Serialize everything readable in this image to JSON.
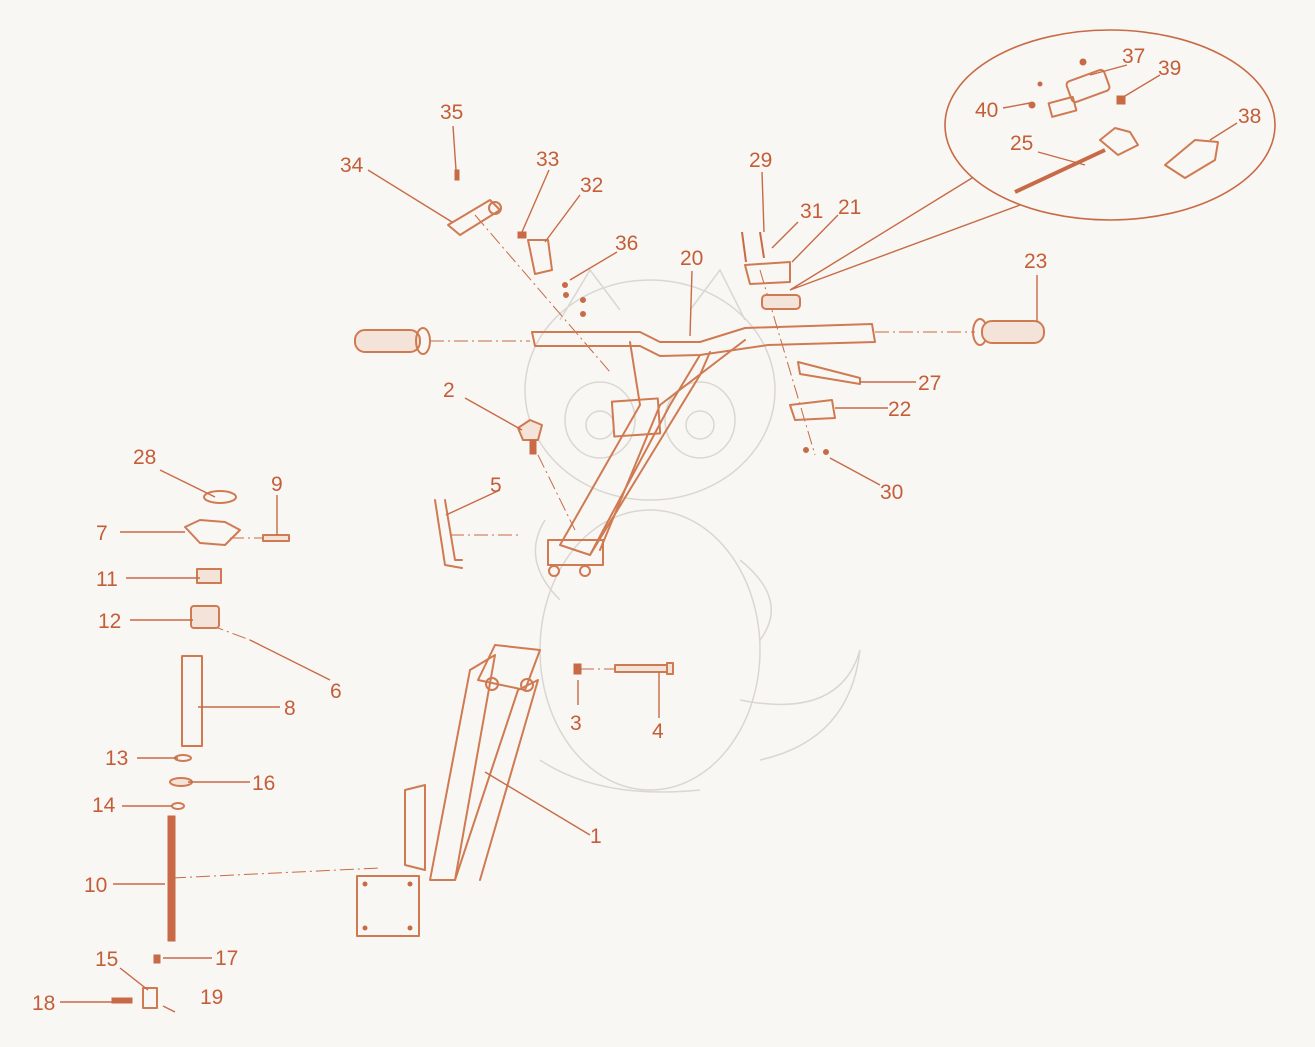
{
  "diagram": {
    "callouts": [
      {
        "id": "1",
        "text": "1"
      },
      {
        "id": "2",
        "text": "2"
      },
      {
        "id": "3",
        "text": "3"
      },
      {
        "id": "4",
        "text": "4"
      },
      {
        "id": "5",
        "text": "5"
      },
      {
        "id": "6",
        "text": "6"
      },
      {
        "id": "7",
        "text": "7"
      },
      {
        "id": "8",
        "text": "8"
      },
      {
        "id": "9",
        "text": "9"
      },
      {
        "id": "10",
        "text": "10"
      },
      {
        "id": "11",
        "text": "11"
      },
      {
        "id": "12",
        "text": "12"
      },
      {
        "id": "13",
        "text": "13"
      },
      {
        "id": "14",
        "text": "14"
      },
      {
        "id": "15",
        "text": "15"
      },
      {
        "id": "16",
        "text": "16"
      },
      {
        "id": "17",
        "text": "17"
      },
      {
        "id": "18",
        "text": "18"
      },
      {
        "id": "19",
        "text": "19"
      },
      {
        "id": "20",
        "text": "20"
      },
      {
        "id": "21",
        "text": "21"
      },
      {
        "id": "22",
        "text": "22"
      },
      {
        "id": "23",
        "text": "23"
      },
      {
        "id": "25",
        "text": "25"
      },
      {
        "id": "27",
        "text": "27"
      },
      {
        "id": "28",
        "text": "28"
      },
      {
        "id": "29",
        "text": "29"
      },
      {
        "id": "30",
        "text": "30"
      },
      {
        "id": "31",
        "text": "31"
      },
      {
        "id": "32",
        "text": "32"
      },
      {
        "id": "33",
        "text": "33"
      },
      {
        "id": "34",
        "text": "34"
      },
      {
        "id": "35",
        "text": "35"
      },
      {
        "id": "36",
        "text": "36"
      },
      {
        "id": "37",
        "text": "37"
      },
      {
        "id": "38",
        "text": "38"
      },
      {
        "id": "39",
        "text": "39"
      },
      {
        "id": "40",
        "text": "40"
      }
    ],
    "colors": {
      "line": "#d07a52",
      "label": "#c45e38",
      "background": "#f8f7f4",
      "watermark": "#dad7d2"
    },
    "watermark": "dragon-illustration"
  }
}
